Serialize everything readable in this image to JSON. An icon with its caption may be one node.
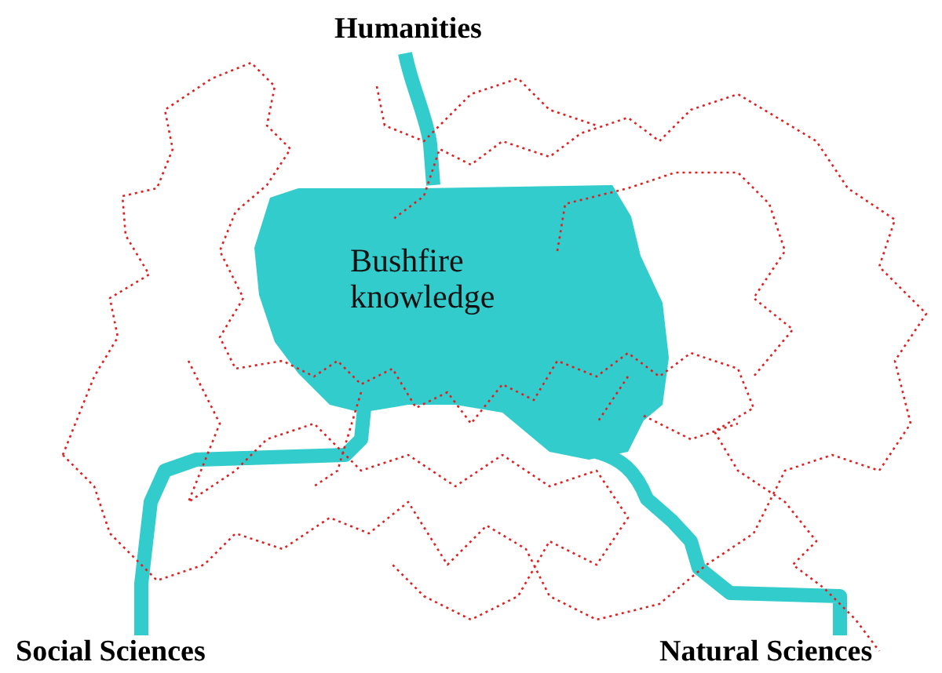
{
  "diagram": {
    "nodes": [
      {
        "text": [
          "Bushfire knowledge"
        ]
      },
      {
        "text": [
          "Humanities"
        ]
      },
      {
        "text": [
          "Social Sciences"
        ]
      },
      {
        "text": [
          "Natural Sciences"
        ]
      }
    ],
    "edges": [
      {
        "from": 1,
        "to": 0,
        "arrow": "none"
      },
      {
        "from": 0,
        "to": 2,
        "arrow": "none"
      },
      {
        "from": 0,
        "to": 3,
        "arrow": "none"
      }
    ]
  }
}
